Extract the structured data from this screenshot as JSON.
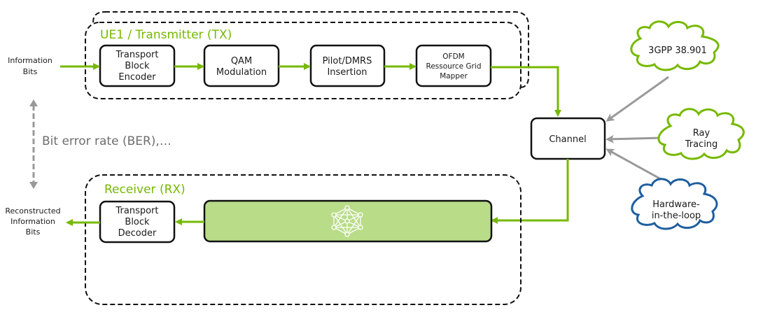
{
  "colors": {
    "accent_green": "#76b900",
    "nn_block_fill": "#b8dc88",
    "feedback_gray": "#999999",
    "hil_blue": "#1f5e9e"
  },
  "transmitter": {
    "title": "UE1 / Transmitter (TX)",
    "blocks": [
      {
        "lines": [
          "Transport",
          "Block",
          "Encoder"
        ]
      },
      {
        "lines": [
          "QAM",
          "Modulation"
        ]
      },
      {
        "lines": [
          "Pilot/DMRS",
          "Insertion"
        ]
      },
      {
        "lines": [
          "OFDM",
          "Ressource Grid",
          "Mapper"
        ]
      }
    ]
  },
  "receiver": {
    "title": "Receiver (RX)",
    "decoder": {
      "lines": [
        "Transport",
        "Block",
        "Decoder"
      ]
    },
    "neural_block_icon": "neural-network-icon"
  },
  "inputs": {
    "information_bits": [
      "Information",
      "Bits"
    ],
    "reconstructed_bits": [
      "Reconstructed",
      "Information",
      "Bits"
    ]
  },
  "metric": {
    "label": "Bit error rate (BER),…"
  },
  "channel": {
    "label": "Channel"
  },
  "channel_models": [
    {
      "lines": [
        "3GPP 38.901"
      ],
      "style": "green"
    },
    {
      "lines": [
        "Ray",
        "Tracing"
      ],
      "style": "green"
    },
    {
      "lines": [
        "Hardware-",
        "in-the-loop"
      ],
      "style": "blue"
    }
  ]
}
